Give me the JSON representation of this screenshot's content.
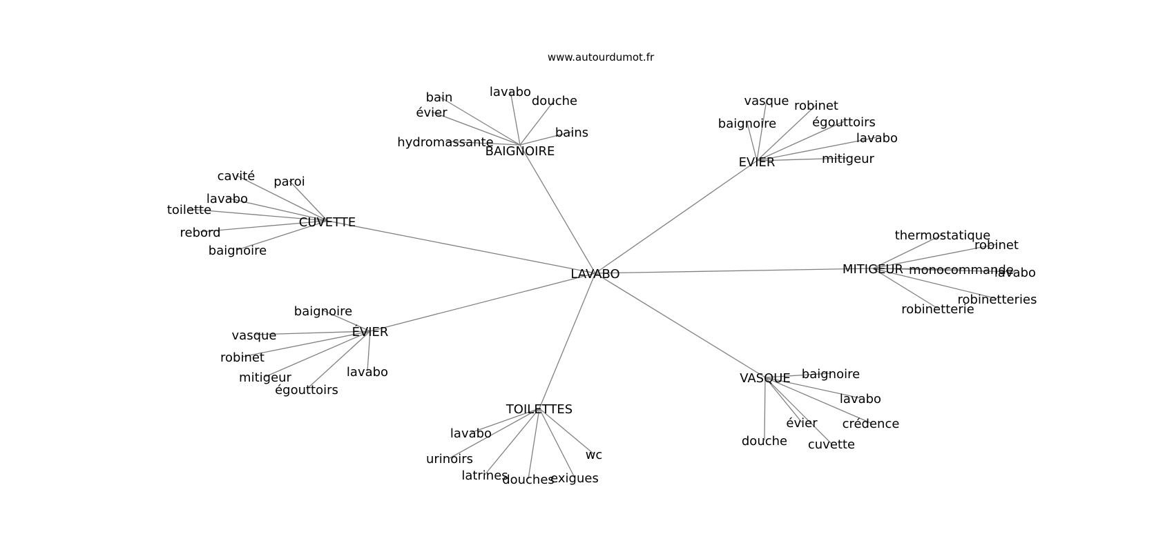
{
  "site": "www.autourdumot.fr",
  "center": "LAVABO",
  "groups": [
    {
      "label": "BAIGNOIRE",
      "leaves": [
        "bain",
        "lavabo",
        "douche",
        "évier",
        "bains",
        "hydromassante"
      ]
    },
    {
      "label": "EVIER",
      "leaves": [
        "vasque",
        "robinet",
        "baignoire",
        "égouttoirs",
        "lavabo",
        "mitigeur"
      ]
    },
    {
      "label": "CUVETTE",
      "leaves": [
        "cavité",
        "paroi",
        "lavabo",
        "toilette",
        "rebord",
        "baignoire"
      ]
    },
    {
      "label": "MITIGEUR",
      "leaves": [
        "thermostatique",
        "robinet",
        "monocommande",
        "lavabo",
        "robinetteries",
        "robinetterie"
      ]
    },
    {
      "label": "ÉVIER",
      "leaves": [
        "baignoire",
        "vasque",
        "robinet",
        "mitigeur",
        "lavabo",
        "égouttoirs"
      ]
    },
    {
      "label": "VASQUE",
      "leaves": [
        "baignoire",
        "lavabo",
        "évier",
        "crédence",
        "douche",
        "cuvette"
      ]
    },
    {
      "label": "TOILETTES",
      "leaves": [
        "lavabo",
        "urinoirs",
        "wc",
        "latrines",
        "douches",
        "exigues"
      ]
    }
  ]
}
